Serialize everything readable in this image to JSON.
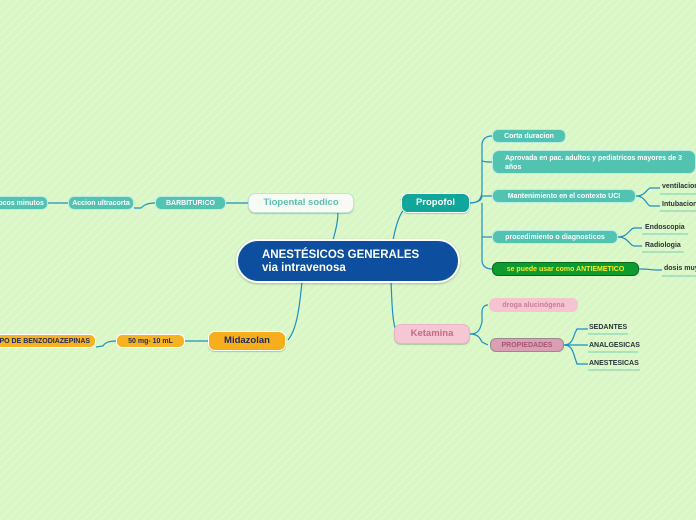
{
  "central": {
    "line1": "ANESTÉSICOS GENERALES",
    "line2": "via intravenosa"
  },
  "tiopental": {
    "label": "Tiopental sodico",
    "barbiturico": "BARBITURICO",
    "accion": "Accion ultracorta",
    "pocos": "pocos minutos"
  },
  "midazolan": {
    "label": "Midazolan",
    "dosis": "50 mg- 10 mL",
    "grupo": "GRUPO DE BENZODIAZEPINAS"
  },
  "propofol": {
    "label": "Propofol",
    "corta": "Corta duracion",
    "aprobada": "Aprovada en pac. adultos y pediatricos mayores de 3 años",
    "mantenimiento": "Mantenimiento en el contexto UCI",
    "ventilacion": "ventilacion",
    "intubacion": "Intubacion",
    "procedimiento": "procedimiento o diagnosticos",
    "endoscopia": "Endoscopia",
    "radiologia": "Radiologia",
    "antiemetico": "se puede usar como ANTIEMETICO",
    "dosis_muy": "dosis muy"
  },
  "ketamina": {
    "label": "Ketamina",
    "droga": "droga alucinógena",
    "propiedades": "PROPIEDADES",
    "sedantes": "SEDANTES",
    "analgesicas": "ANALGESICAS",
    "anestesicas": "ANESTESICAS"
  },
  "colors": {
    "link": "#1d8fc2",
    "teal": "#10a79a",
    "central": "#0d4f9e",
    "orange": "#f7ae1c",
    "pink": "#f5c7d4"
  }
}
